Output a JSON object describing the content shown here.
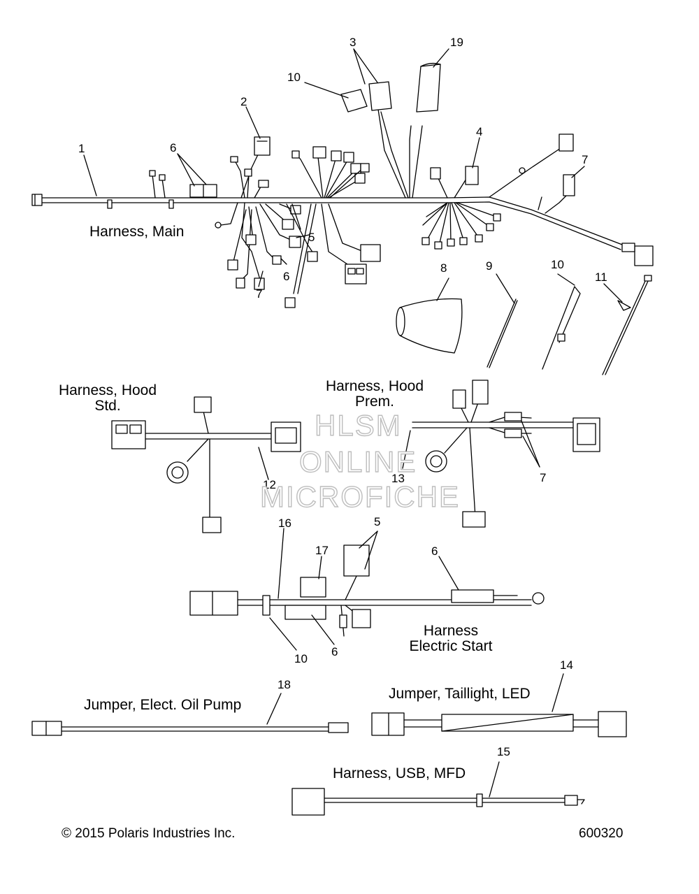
{
  "titles": {
    "harness_main": "Harness, Main",
    "harness_hood_std_line1": "Harness, Hood",
    "harness_hood_std_line2": "Std.",
    "harness_hood_prem_line1": "Harness, Hood",
    "harness_hood_prem_line2": "Prem.",
    "harness_electric_start_line1": "Harness",
    "harness_electric_start_line2": "Electric Start",
    "jumper_oil_pump": "Jumper, Elect. Oil Pump",
    "jumper_taillight": "Jumper, Taillight, LED",
    "harness_usb": "Harness, USB, MFD"
  },
  "callouts": {
    "c1": "1",
    "c2": "2",
    "c3": "3",
    "c4": "4",
    "c5a": "5",
    "c5b": "5",
    "c6a": "6",
    "c6b": "6",
    "c6c": "6",
    "c6d": "6",
    "c7a": "7",
    "c7b": "7",
    "c7c": "7",
    "c8": "8",
    "c9": "9",
    "c10a": "10",
    "c10b": "10",
    "c10c": "10",
    "c11": "11",
    "c12": "12",
    "c13": "13",
    "c14": "14",
    "c15": "15",
    "c16": "16",
    "c17": "17",
    "c18": "18",
    "c19": "19"
  },
  "watermark": {
    "line1": "HLSM",
    "line2": "ONLINE",
    "line3": "MICROFICHE"
  },
  "footer": {
    "copyright": "© 2015 Polaris Industries Inc.",
    "figure_number": "600320"
  }
}
